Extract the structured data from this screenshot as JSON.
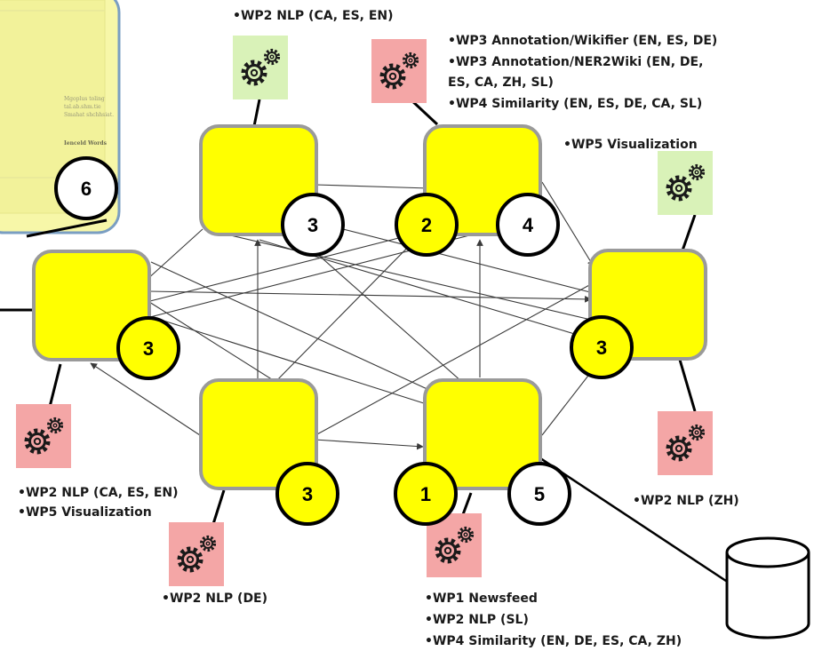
{
  "colors": {
    "node_fill": "#ffff00",
    "node_stroke": "#9a9a9a",
    "badge_yellow": "#ffff00",
    "badge_white": "#ffffff",
    "gear_green_bg": "#d9f2b8",
    "gear_red_bg": "#f4a6a6",
    "screenshot_bg": "#f7f7a8",
    "screenshot_border": "#7a9ec2"
  },
  "nodes": [
    {
      "id": "top-left",
      "badges": [
        {
          "text": "3",
          "color": "white"
        }
      ]
    },
    {
      "id": "top-right",
      "badges": [
        {
          "text": "2",
          "color": "yellow"
        },
        {
          "text": "4",
          "color": "white"
        }
      ]
    },
    {
      "id": "left",
      "badges": [
        {
          "text": "3",
          "color": "yellow"
        }
      ]
    },
    {
      "id": "right",
      "badges": [
        {
          "text": "3",
          "color": "yellow"
        }
      ]
    },
    {
      "id": "bottom-left",
      "badges": [
        {
          "text": "3",
          "color": "yellow"
        }
      ]
    },
    {
      "id": "bottom-right",
      "badges": [
        {
          "text": "1",
          "color": "yellow"
        },
        {
          "text": "5",
          "color": "white"
        }
      ]
    }
  ],
  "services": [
    {
      "id": "top-left",
      "bg": "green",
      "lines": [
        "•WP2  NLP (CA, ES, EN)"
      ]
    },
    {
      "id": "top-right",
      "bg": "red",
      "lines": [
        "•WP3 Annotation/Wikifier (EN, ES, DE)",
        "•WP3 Annotation/NER2Wiki (EN, DE,",
        "ES, CA, ZH, SL)",
        "•WP4 Similarity (EN, ES, DE, CA, SL)"
      ]
    },
    {
      "id": "right-top",
      "bg": "green",
      "lines": [
        "•WP5 Visualization"
      ]
    },
    {
      "id": "left",
      "bg": "red",
      "lines": [
        "•WP2  NLP (CA, ES, EN)",
        "•WP5 Visualization"
      ]
    },
    {
      "id": "right",
      "bg": "red",
      "lines": [
        "•WP2  NLP (ZH)"
      ]
    },
    {
      "id": "bottom-left",
      "bg": "red",
      "lines": [
        "•WP2  NLP (DE)"
      ]
    },
    {
      "id": "bottom-right",
      "bg": "red",
      "lines": [
        "•WP1 Newsfeed",
        "•WP2 NLP (SL)",
        "•WP4 Similarity (EN, DE, ES, CA, ZH)"
      ]
    }
  ],
  "screenshot": {
    "badge": "6",
    "fragments": [
      "Mgoplus toling",
      "tal.ab.shm.tie",
      "Smahat shchhsiat.",
      "Ienceld Words"
    ]
  },
  "database": {
    "icon": "database-icon"
  }
}
